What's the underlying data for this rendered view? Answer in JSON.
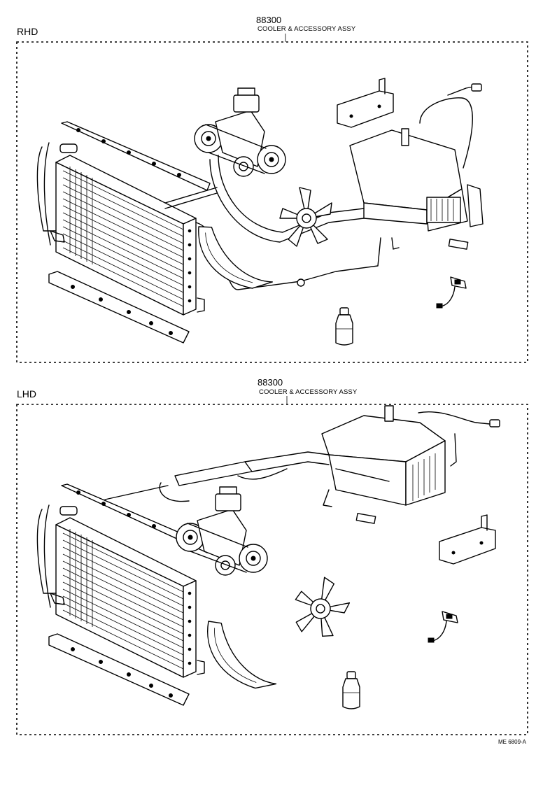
{
  "rhd": {
    "side_label": "RHD",
    "part_number": "88300",
    "part_name": "COOLER & ACCESSORY ASSY"
  },
  "lhd": {
    "side_label": "LHD",
    "part_number": "88300",
    "part_name": "COOLER & ACCESSORY ASSY"
  },
  "figure_ref": "ME 6809-A"
}
